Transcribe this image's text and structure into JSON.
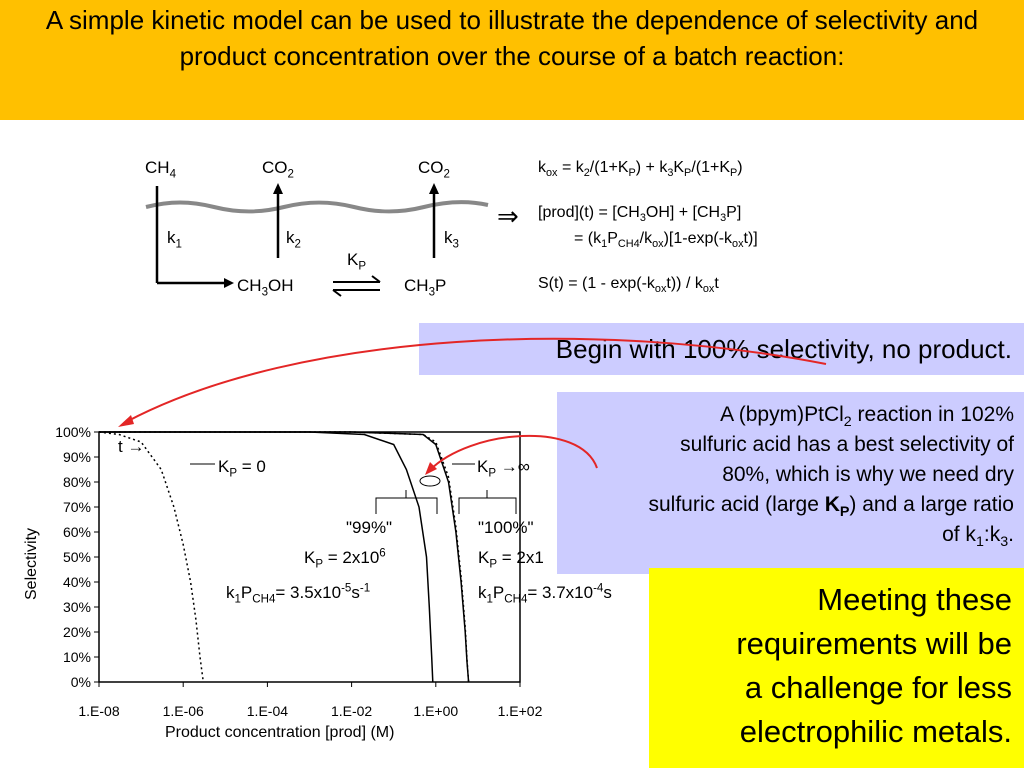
{
  "title": "A simple kinetic model can be used to illustrate the dependence of selectivity and product concentration over the course of a batch reaction:",
  "mechanism": {
    "ch4": "CH",
    "ch4_sub": "4",
    "co2_a": "CO",
    "co2_a_sub": "2",
    "co2_b": "CO",
    "co2_b_sub": "2",
    "k1": "k",
    "k1_sub": "1",
    "k2": "k",
    "k2_sub": "2",
    "k3": "k",
    "k3_sub": "3",
    "kp": "K",
    "kp_sub": "P",
    "ch3oh_a": "CH",
    "ch3oh_sub": "3",
    "ch3oh_b": "OH",
    "ch3p_a": "CH",
    "ch3p_sub": "3",
    "ch3p_b": "P",
    "implies": "⇒"
  },
  "equations": {
    "e1": {
      "a": "k",
      "b": "ox",
      "c": " = k",
      "d": "2",
      "e": "/(1+K",
      "f": "P",
      "g": ") + k",
      "h": "3",
      "i": "K",
      "j": "P",
      "k": "/(1+K",
      "l": "P",
      "m": ")"
    },
    "e2": {
      "a": "[prod](t) = [CH",
      "b": "3",
      "c": "OH] + [CH",
      "d": "3",
      "e": "P]"
    },
    "e3": {
      "a": "= (k",
      "b": "1",
      "c": "P",
      "d": "CH4",
      "e": "/k",
      "f": "ox",
      "g": ")[1-exp(-k",
      "h": "ox",
      "i": "t)]"
    },
    "e4": {
      "a": "S(t) = (1 - exp(-k",
      "b": "ox",
      "c": "t)) / k",
      "d": "ox",
      "e": "t"
    }
  },
  "begin_note": "Begin with 100% selectivity, no product.",
  "bpym_note": {
    "l1a": "A (bpym)PtCl",
    "l1sub": "2",
    "l1b": " reaction in 102%",
    "l2": "sulfuric acid has a best selectivity of",
    "l3": "80%, which is why we need dry",
    "l4a": "sulfuric acid (large ",
    "l4b": "K",
    "l4bsub": "P",
    "l4c": ") and a large ratio",
    "l5a": "of k",
    "l5b": "1",
    "l5c": ":k",
    "l5d": "3",
    "l5e": "."
  },
  "meeting_note": [
    "Meeting these",
    "requirements will be",
    "a challenge for less",
    "electrophilic metals."
  ],
  "chart_annotations": {
    "t_arrow": "t →",
    "kp0_a": "K",
    "kp0_sub": "P",
    "kp0_b": " = 0",
    "kpinf_a": "K",
    "kpinf_sub": "P",
    "kpinf_b": " →∞",
    "c99_label": "\"99%\"",
    "c99_kp_a": "K",
    "c99_kp_sub": "P",
    "c99_kp_b": " = 2x10",
    "c99_kp_sup": "6",
    "c99_k_a": "k",
    "c99_k_s1": "1",
    "c99_k_b": "P",
    "c99_k_s2": "CH4",
    "c99_k_c": "= 3.5x10",
    "c99_k_sup1": "-5",
    "c99_k_d": "s",
    "c99_k_sup2": "-1",
    "c100_label": "\"100%\"",
    "c100_kp_a": "K",
    "c100_kp_sub": "P",
    "c100_kp_b": " = 2x1",
    "c100_k_a": "k",
    "c100_k_s1": "1",
    "c100_k_b": "P",
    "c100_k_s2": "CH4",
    "c100_k_c": "= 3.7x10",
    "c100_k_sup1": "-4",
    "c100_k_d": "s"
  },
  "colors": {
    "title_bg": "#ffc000",
    "note_bg": "#ccccff",
    "meeting_bg": "#ffff00",
    "arrow": "#e32626",
    "wave": "#888888"
  },
  "chart_data": {
    "type": "line",
    "xlabel": "Product concentration [prod] (M)",
    "ylabel": "Selectivity",
    "x_scale": "log",
    "xlim": [
      1e-08,
      100.0
    ],
    "ylim": [
      0,
      100
    ],
    "x_ticks": [
      "1.E-08",
      "1.E-06",
      "1.E-04",
      "1.E-02",
      "1.E+00",
      "1.E+02"
    ],
    "y_ticks": [
      "0%",
      "10%",
      "20%",
      "30%",
      "40%",
      "50%",
      "60%",
      "70%",
      "80%",
      "90%",
      "100%"
    ],
    "grid": false,
    "series": [
      {
        "style": "dotted",
        "x": [
          1e-08,
          3e-08,
          1e-07,
          3e-07,
          6e-07,
          1e-06,
          1.5e-06,
          2e-06,
          2.5e-06,
          3e-06
        ],
        "y": [
          100,
          99,
          96,
          85,
          70,
          55,
          40,
          25,
          10,
          0
        ]
      },
      {
        "style": "solid",
        "x": [
          1e-08,
          0.001,
          0.02,
          0.1,
          0.2,
          0.4,
          0.6,
          0.7,
          0.8,
          0.85
        ],
        "y": [
          100,
          100,
          99,
          95,
          85,
          70,
          50,
          30,
          10,
          0
        ]
      },
      {
        "style": "solid",
        "x": [
          1e-08,
          0.01,
          0.5,
          1,
          2,
          3,
          4,
          5,
          5.5,
          6
        ],
        "y": [
          100,
          100,
          99,
          95,
          80,
          60,
          40,
          20,
          8,
          0
        ]
      },
      {
        "style": "dotted",
        "x": [
          1e-08,
          0.01,
          0.5,
          1,
          2,
          3,
          4,
          5,
          5.5,
          6
        ],
        "y": [
          100,
          100,
          99,
          96,
          82,
          62,
          42,
          22,
          9,
          0
        ]
      }
    ]
  }
}
